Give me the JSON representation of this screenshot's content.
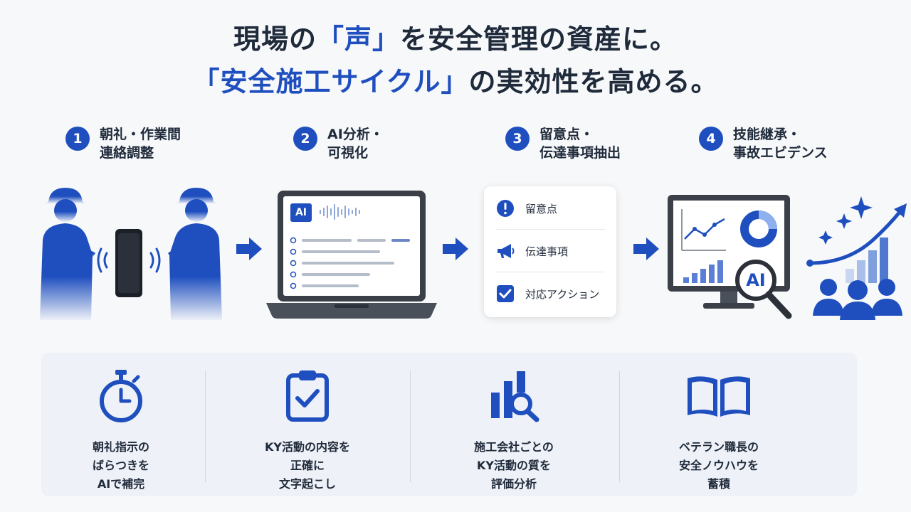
{
  "headline": {
    "line1_pre": "現場の",
    "line1_accent": "「声」",
    "line1_post": "を安全管理の資産に。",
    "line2_accent": "「安全施工サイクル」",
    "line2_post": "の実効性を高める。"
  },
  "steps": [
    {
      "num": "1",
      "label": "朝礼・作業間\n連絡調整"
    },
    {
      "num": "2",
      "label": "AI分析・\n可視化"
    },
    {
      "num": "3",
      "label": "留意点・\n伝達事項抽出"
    },
    {
      "num": "4",
      "label": "技能継承・\n事故エビデンス"
    }
  ],
  "laptop": {
    "badge": "AI"
  },
  "checklist": [
    {
      "icon": "exclamation-icon",
      "label": "留意点"
    },
    {
      "icon": "megaphone-icon",
      "label": "伝達事項"
    },
    {
      "icon": "checkbox-icon",
      "label": "対応アクション"
    }
  ],
  "monitor": {
    "badge": "AI"
  },
  "benefits": [
    {
      "icon": "stopwatch-icon",
      "caption": "朝礼指示の\nばらつきを\nAIで補完"
    },
    {
      "icon": "clipboard-check-icon",
      "caption": "KY活動の内容を\n正確に\n文字起こし"
    },
    {
      "icon": "bar-chart-search-icon",
      "caption": "施工会社ごとの\nKY活動の質を\n評価分析"
    },
    {
      "icon": "open-book-icon",
      "caption": "ベテラン職長の\n安全ノウハウを\n蓄積"
    }
  ],
  "colors": {
    "brand_blue": "#1f4fbf",
    "text": "#1f2a3a",
    "panel_bg": "#eef1f7"
  }
}
